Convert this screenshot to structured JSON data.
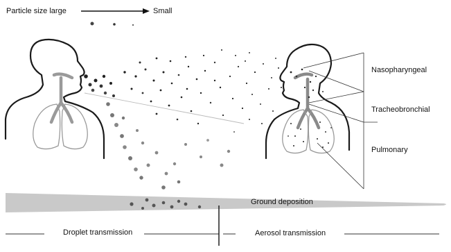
{
  "size_arrow": {
    "start_label": "Particle size large",
    "end_label": "Small"
  },
  "regions": {
    "nasopharyngeal": "Nasopharyngeal",
    "tracheobronchial": "Tracheobronchial",
    "pulmonary": "Pulmonary"
  },
  "ground_label": "Ground deposition",
  "transmission": {
    "droplet": "Droplet transmission",
    "aerosol": "Aerosol transmission"
  },
  "colors": {
    "figure_stroke": "#1a1a1a",
    "airway_gray": "#9a9a9a",
    "band_gray": "#c9c9c9",
    "particle_dark": "#222222",
    "particle_gray": "#8a8a8a"
  }
}
